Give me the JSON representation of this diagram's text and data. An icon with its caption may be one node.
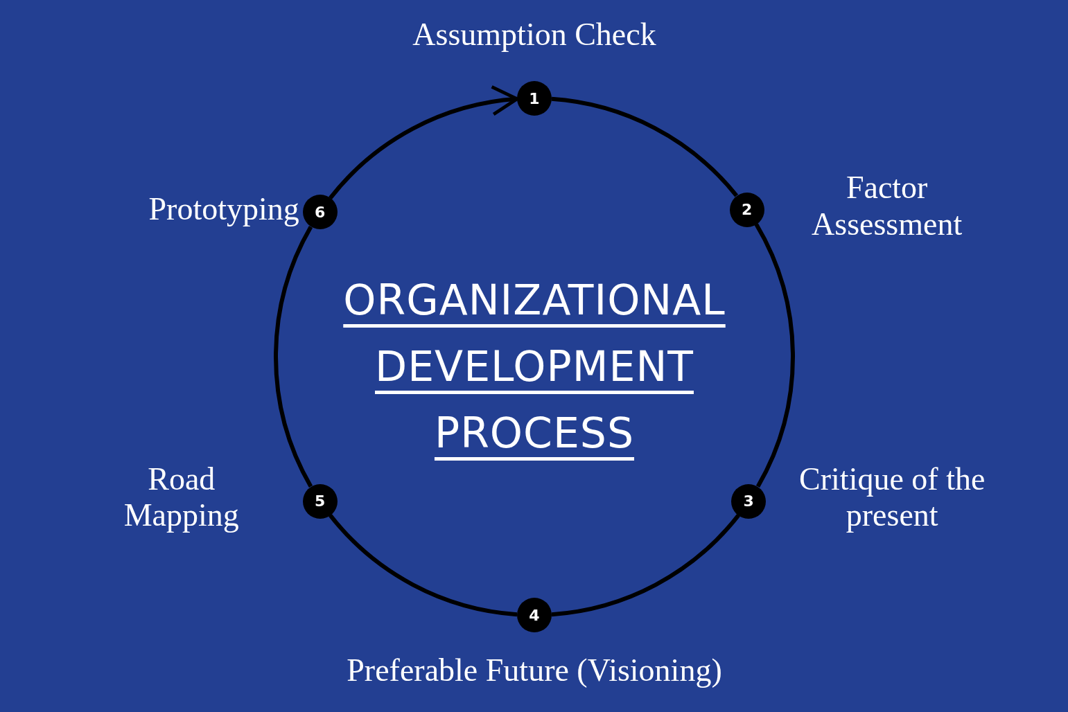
{
  "diagram": {
    "title": "ORGANIZATIONAL DEVELOPMENT PROCESS",
    "nodes": [
      {
        "text": [
          "1"
        ],
        "beside": [
          "Assumption Check"
        ]
      },
      {
        "text": [
          "2"
        ],
        "beside": [
          "Factor Assessment"
        ]
      },
      {
        "text": [
          "3"
        ],
        "beside": [
          "Critique of the present"
        ]
      },
      {
        "text": [
          "4"
        ],
        "beside": [
          "Preferable Future (Visioning)"
        ]
      },
      {
        "text": [
          "5"
        ],
        "beside": [
          "Road Mapping"
        ]
      },
      {
        "text": [
          "6"
        ],
        "beside": [
          "Prototyping"
        ]
      }
    ],
    "edges": [
      {
        "from": 0,
        "to": 1,
        "arrow": "none"
      },
      {
        "from": 1,
        "to": 2,
        "arrow": "none"
      },
      {
        "from": 2,
        "to": 3,
        "arrow": "none"
      },
      {
        "from": 3,
        "to": 4,
        "arrow": "none"
      },
      {
        "from": 4,
        "to": 5,
        "arrow": "none"
      },
      {
        "from": 5,
        "to": 0,
        "arrow": "to"
      }
    ]
  }
}
